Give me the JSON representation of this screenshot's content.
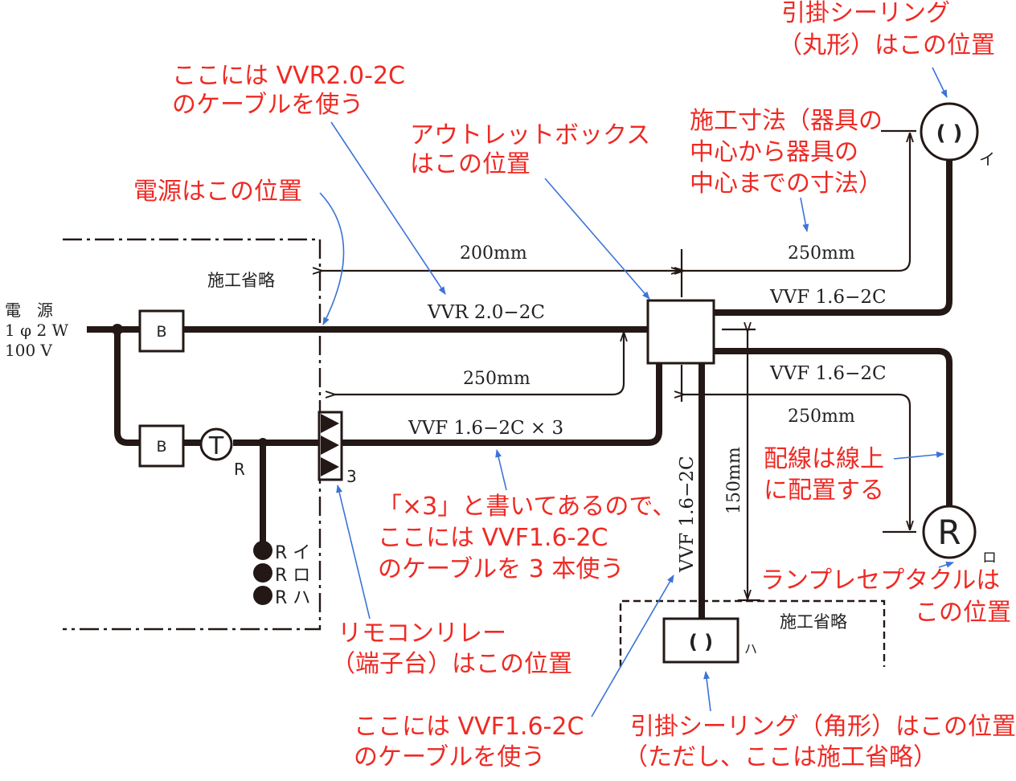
{
  "diagram": {
    "power": {
      "line1": "電　源",
      "line2": "1 φ 2 W",
      "line3": "100 V"
    },
    "breaker_label": "B",
    "timer_label": "T",
    "timer_sub": "R",
    "terminal_count": "3",
    "omit_label": "施工省略",
    "omit_label_2": "施工省略",
    "relays": [
      "R イ",
      "R ロ",
      "R ハ"
    ],
    "cable_top": "VVR 2.0−2C",
    "cable_mid": "VVF 1.6−2C × 3",
    "cable_right_top": "VVF 1.6−2C",
    "cable_right_mid": "VVF 1.6−2C",
    "cable_vertical": "VVF 1.6−2C",
    "dim_200": "200mm",
    "dim_250_top": "250mm",
    "dim_250_mid": "250mm",
    "dim_250_right": "250mm",
    "dim_150": "150mm",
    "ceiling_round_symbol": "( )",
    "ceiling_square_symbol": "( )",
    "receptacle_symbol": "R",
    "label_i": "イ",
    "label_ro": "ロ",
    "label_ha": "ハ"
  },
  "annotations": {
    "vvr_note": [
      "ここには VVR2.0-2C",
      "のケーブルを使う"
    ],
    "power_note": "電源はこの位置",
    "outlet_note": [
      "アウトレットボックス",
      "はこの位置"
    ],
    "ceiling_round_note": [
      "引掛シーリング",
      "（丸形）はこの位置"
    ],
    "dimension_note": [
      "施工寸法（器具の",
      "中心から器具の",
      "中心までの寸法）"
    ],
    "wiring_note": [
      "配線は線上",
      "に配置する"
    ],
    "x3_note": [
      "「×3」と書いてあるので、",
      "ここには VVF1.6-2C",
      "のケーブルを 3 本使う"
    ],
    "lamp_note": [
      "ランプレセプタクルは",
      "この位置"
    ],
    "remote_note": [
      "リモコンリレー",
      "（端子台）はこの位置"
    ],
    "vvf_note": [
      "ここには VVF1.6-2C",
      "のケーブルを使う"
    ],
    "ceiling_square_note": [
      "引掛シーリング（角形）はこの位置",
      "（ただし、ここは施工省略）"
    ]
  }
}
